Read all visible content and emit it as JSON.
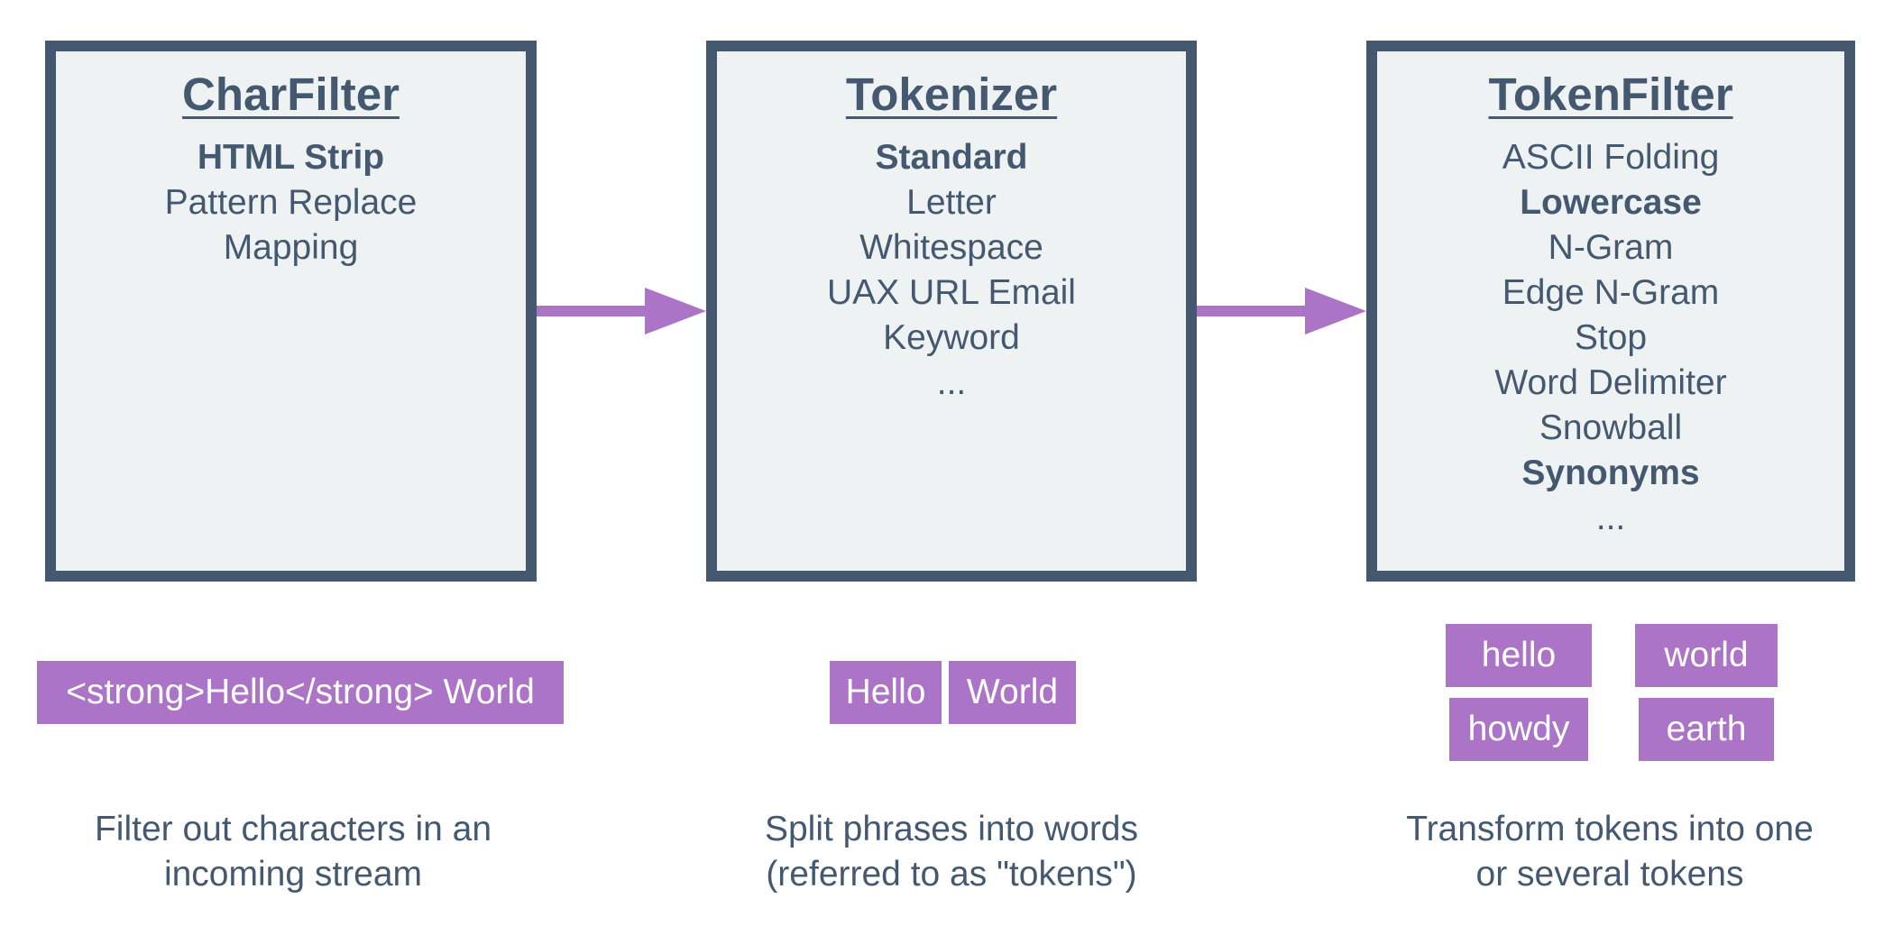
{
  "colors": {
    "box_border": "#44596f",
    "box_fill": "#eef2f3",
    "text": "#44596f",
    "accent": "#ab74c6",
    "token_text": "#ffffff"
  },
  "stages": [
    {
      "title": "CharFilter",
      "items": [
        {
          "label": "HTML Strip",
          "bold": true
        },
        {
          "label": "Pattern Replace",
          "bold": false
        },
        {
          "label": "Mapping",
          "bold": false
        }
      ],
      "caption": [
        "Filter out characters in an",
        "incoming stream"
      ]
    },
    {
      "title": "Tokenizer",
      "items": [
        {
          "label": "Standard",
          "bold": true
        },
        {
          "label": "Letter",
          "bold": false
        },
        {
          "label": "Whitespace",
          "bold": false
        },
        {
          "label": "UAX URL Email",
          "bold": false
        },
        {
          "label": "Keyword",
          "bold": false
        },
        {
          "label": "...",
          "bold": false
        }
      ],
      "caption": [
        "Split phrases into words",
        "(referred to as \"tokens\")"
      ]
    },
    {
      "title": "TokenFilter",
      "items": [
        {
          "label": "ASCII Folding",
          "bold": false
        },
        {
          "label": "Lowercase",
          "bold": true
        },
        {
          "label": "N-Gram",
          "bold": false
        },
        {
          "label": "Edge N-Gram",
          "bold": false
        },
        {
          "label": "Stop",
          "bold": false
        },
        {
          "label": "Word Delimiter",
          "bold": false
        },
        {
          "label": "Snowball",
          "bold": false
        },
        {
          "label": "Synonyms",
          "bold": true
        },
        {
          "label": "...",
          "bold": false
        }
      ],
      "caption": [
        "Transform tokens into one",
        "or several tokens"
      ]
    }
  ],
  "examples": {
    "charfilter_input": "<strong>Hello</strong> World",
    "tokenizer_tokens": [
      "Hello",
      "World"
    ],
    "tokenfilter_tokens": [
      "hello",
      "world",
      "howdy",
      "earth"
    ]
  }
}
